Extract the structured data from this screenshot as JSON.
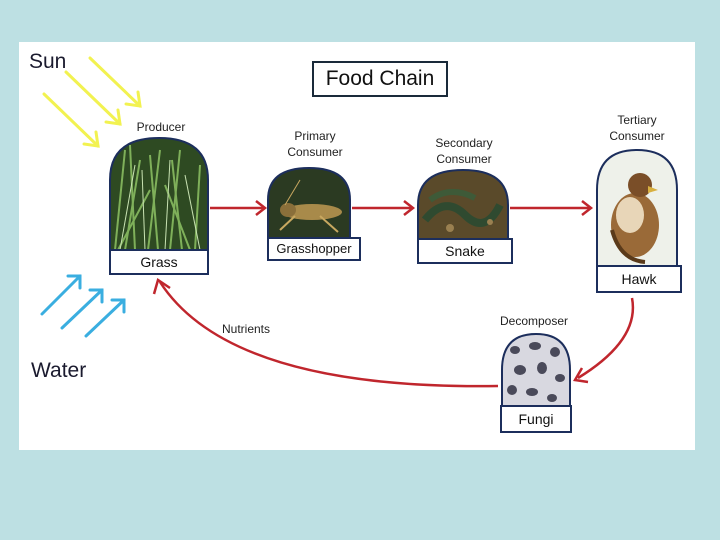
{
  "title": "Food Chain",
  "sun_label": "Sun",
  "water_label": "Water",
  "nutrients_label": "Nutrients",
  "organisms": {
    "producer": {
      "role": "Producer",
      "name": "Grass"
    },
    "primary": {
      "role_line1": "Primary",
      "role_line2": "Consumer",
      "name": "Grasshopper"
    },
    "secondary": {
      "role_line1": "Secondary",
      "role_line2": "Consumer",
      "name": "Snake"
    },
    "tertiary": {
      "role_line1": "Tertiary",
      "role_line2": "Consumer",
      "name": "Hawk"
    },
    "decomposer": {
      "role": "Decomposer",
      "name": "Fungi"
    }
  },
  "colors": {
    "arrow": "#c0262d",
    "sun_rays": "#f2f250",
    "water_rays": "#3aaee0",
    "box_border": "#1c2e5c"
  }
}
